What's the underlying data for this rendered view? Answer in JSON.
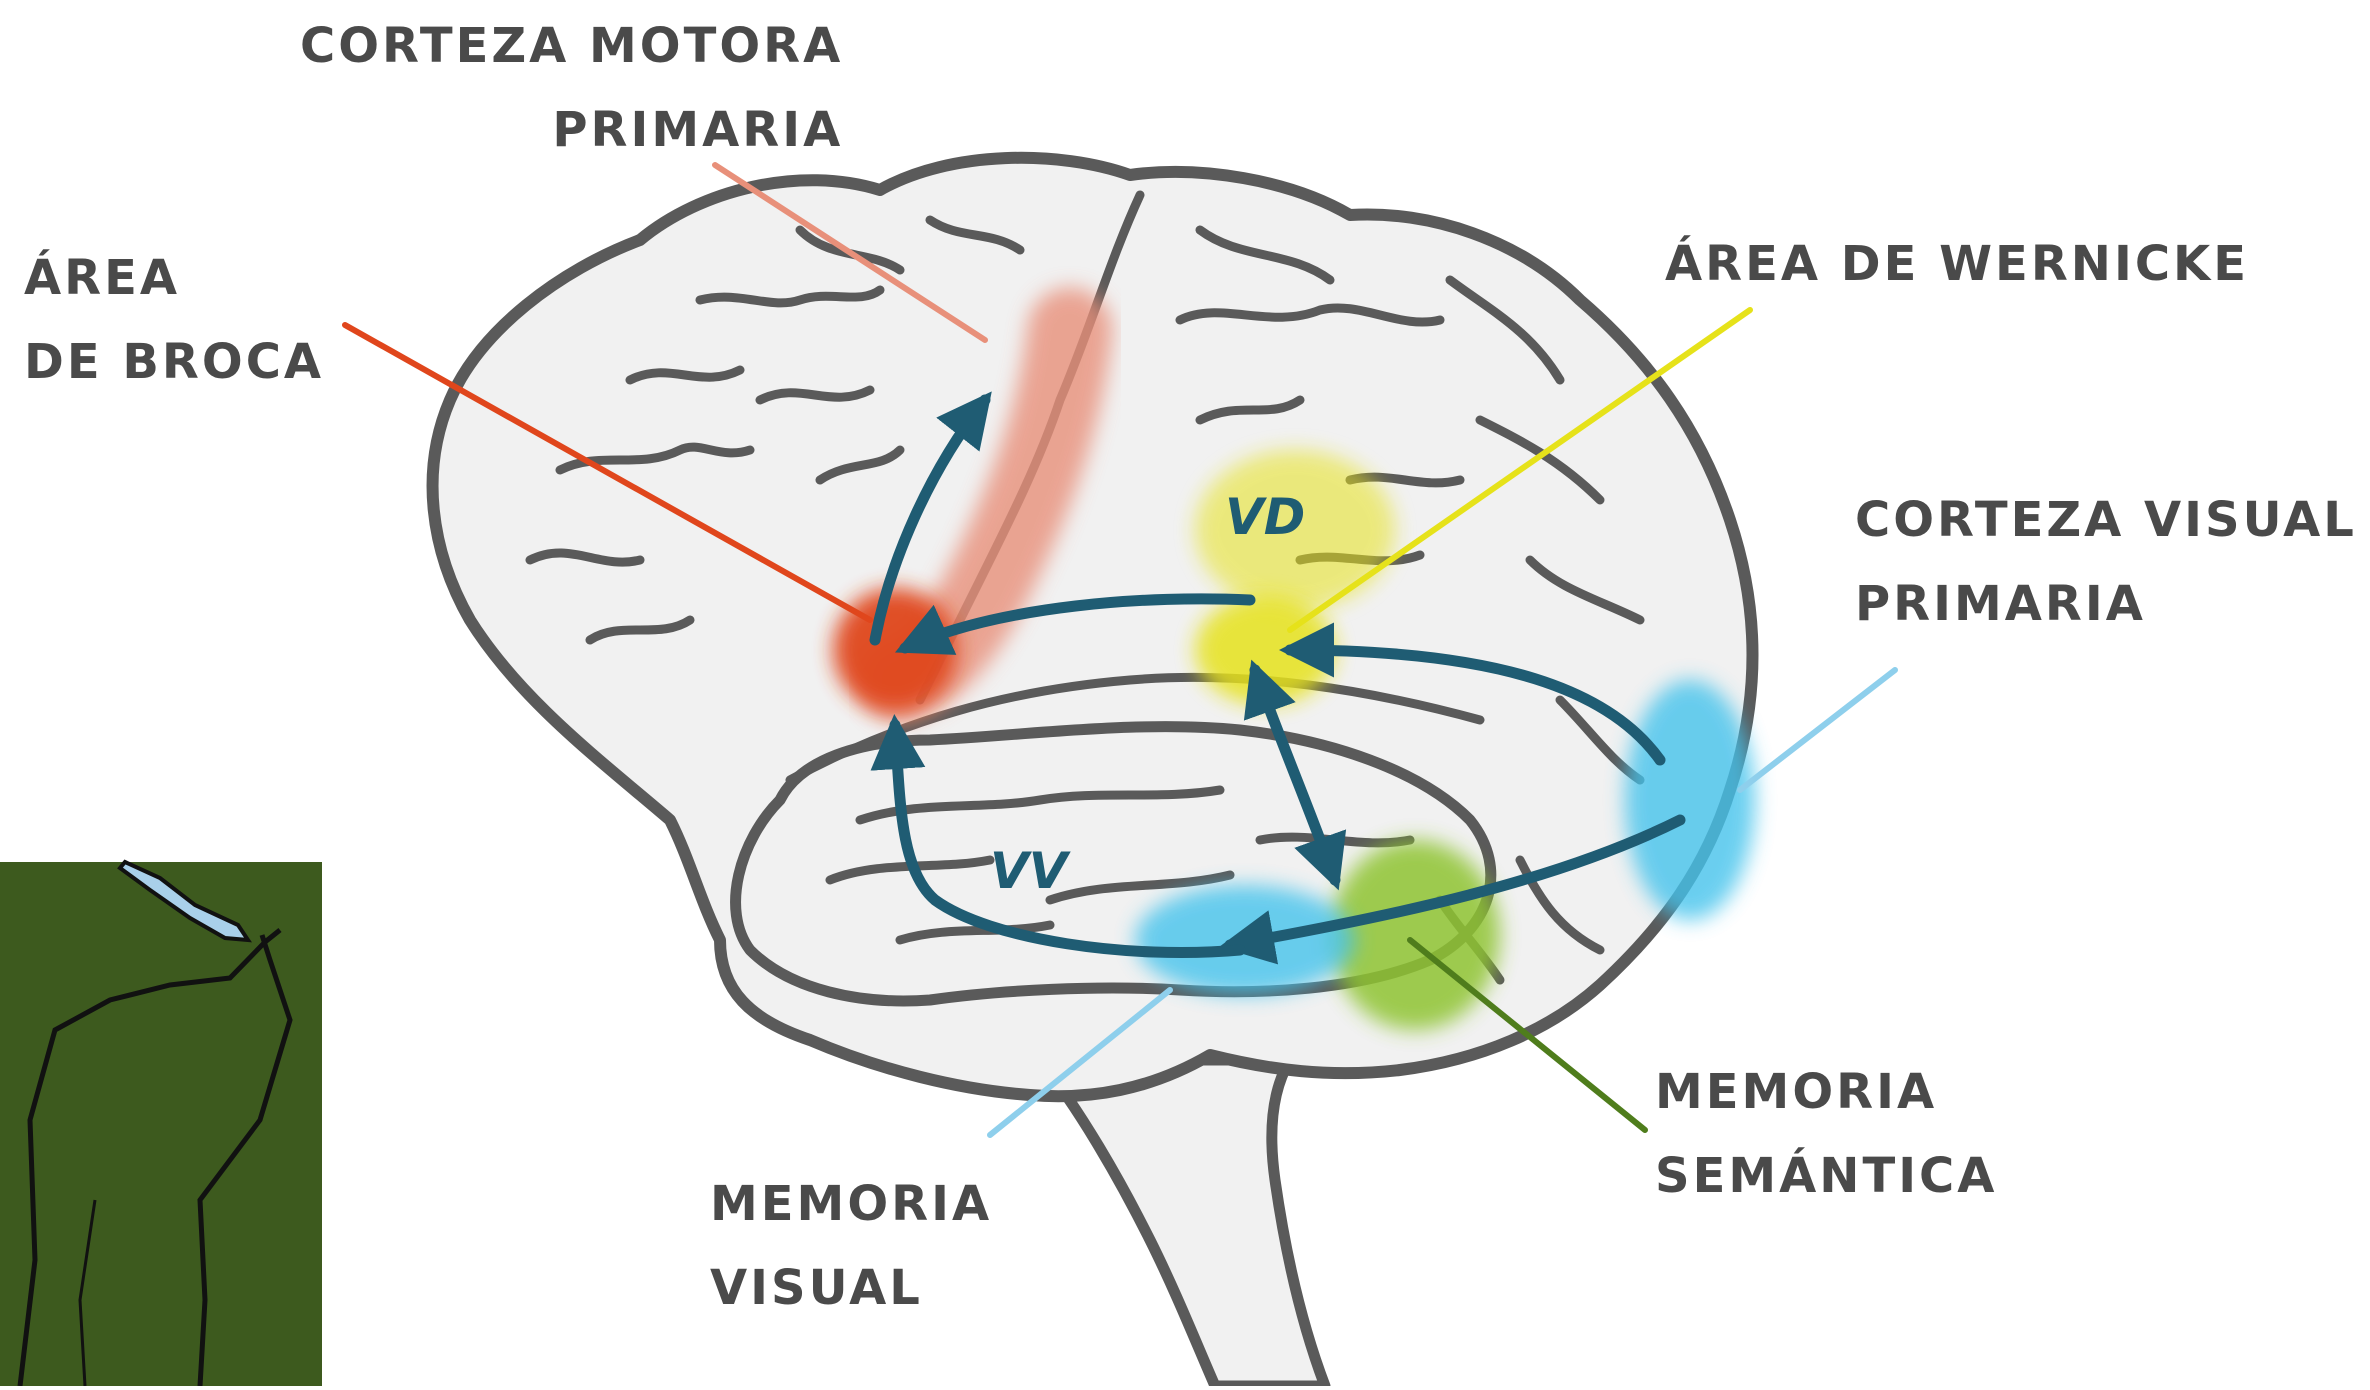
{
  "labels": {
    "motor": [
      "CORTEZA MOTORA",
      "PRIMARIA"
    ],
    "broca": [
      "ÁREA",
      "DE BROCA"
    ],
    "wernicke": [
      "ÁREA DE WERNICKE"
    ],
    "visual_cortex": [
      "CORTEZA VISUAL",
      "PRIMARIA"
    ],
    "semantic_memory": [
      "MEMORIA",
      "SEMÁNTICA"
    ],
    "visual_memory": [
      "MEMORIA",
      "VISUAL"
    ]
  },
  "pathways": {
    "dorsal": "VD",
    "ventral": "VV"
  },
  "colors": {
    "motor": "#e8907a",
    "broca": "#e0461c",
    "wernicke": "#e6e21a",
    "visual": "#45c3ec",
    "semantic": "#8fc431",
    "arrows": "#1f5c73",
    "outline": "#5a5a5a",
    "brain_fill": "#f1f1f1",
    "map_land": "#3d5a1e",
    "map_water": "#a9d0ea"
  }
}
